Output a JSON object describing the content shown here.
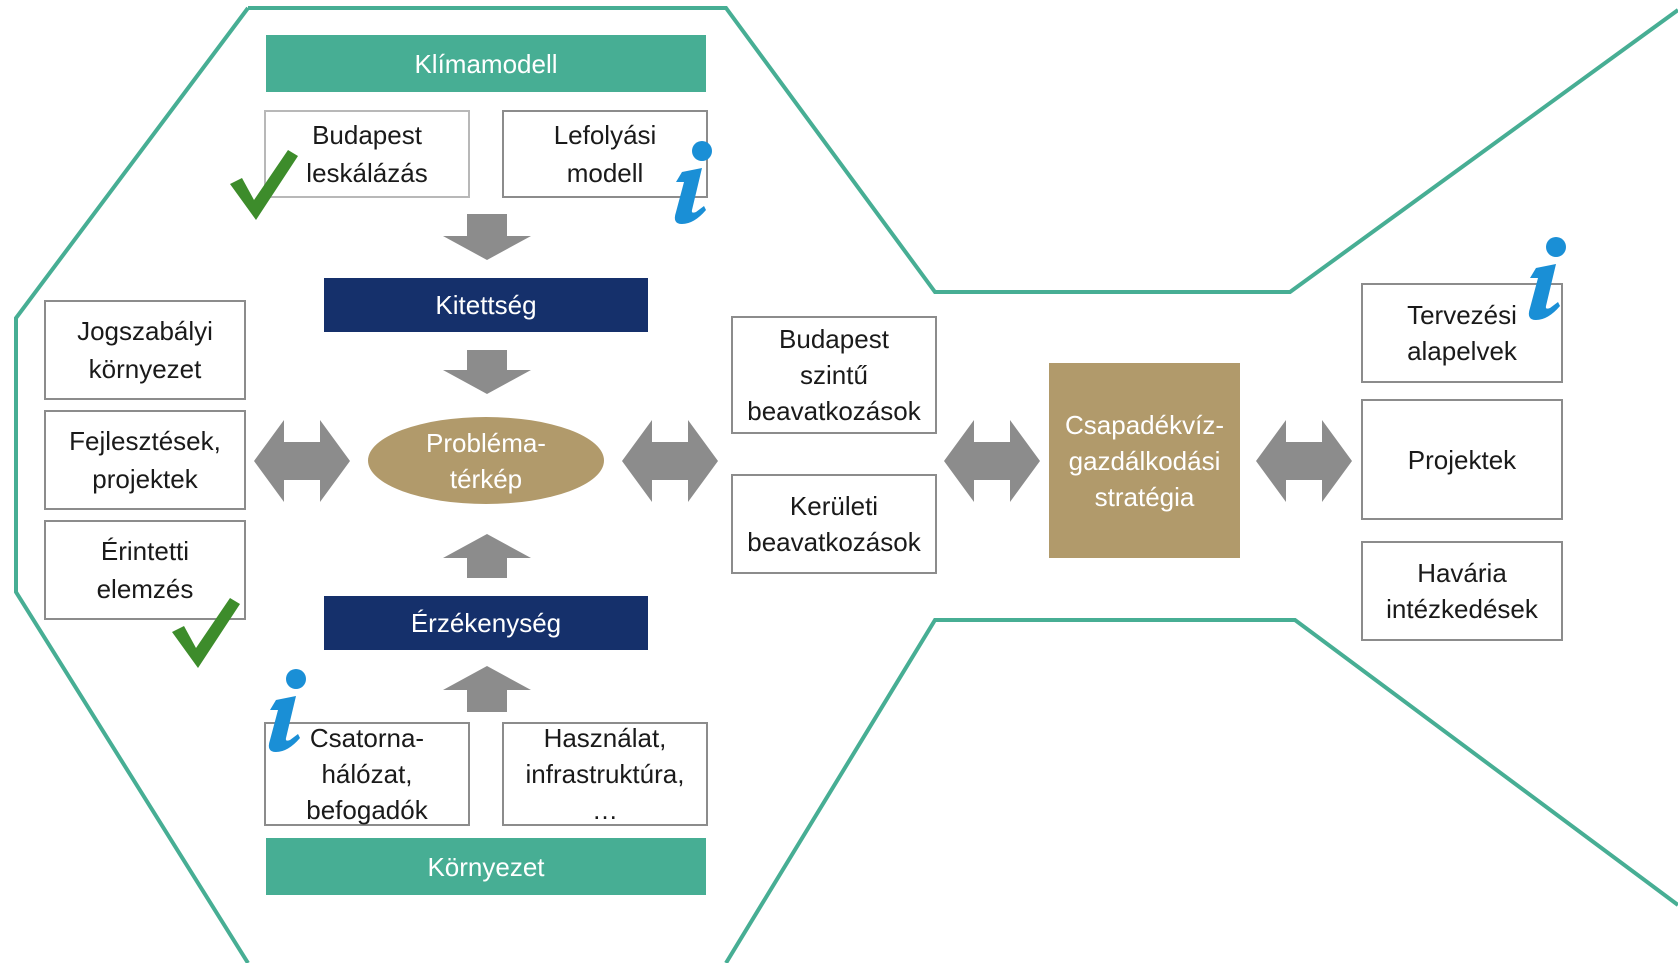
{
  "colors": {
    "teal": "#47ae94",
    "navy": "#15306b",
    "gold": "#b19a6b",
    "arrow_grey": "#8c8c8c",
    "check_green": "#3d8c2b",
    "info_blue": "#1a8fd6"
  },
  "climate_model_label": "Klímamodell",
  "environment_label": "Környezet",
  "exposure_label": "Kitettség",
  "sensitivity_label": "Érzékenység",
  "problem_map_label": "Probléma-\ntérkép",
  "top_inputs": [
    {
      "label": "Budapest\nleskálázás",
      "status": "check-icon"
    },
    {
      "label": "Lefolyási\nmodell",
      "status": "info-icon"
    }
  ],
  "bottom_inputs": [
    {
      "label": "Csatorna-\nhálózat,\nbefogadók",
      "status": "info-icon"
    },
    {
      "label": "Használat,\ninfrastruktúra,\n…"
    }
  ],
  "left_factors": [
    {
      "label": "Jogszabályi\nkörnyezet"
    },
    {
      "label": "Fejlesztések,\nprojektek"
    },
    {
      "label": "Érintetti\nelemzés",
      "status": "check-icon"
    }
  ],
  "interventions": [
    {
      "label": "Budapest\nszintű\nbeavatkozások"
    },
    {
      "label": "Kerületi\nbeavatkozások"
    }
  ],
  "strategy_label": "Csapadékvíz-\ngazdálkodási\nstratégia",
  "outputs": [
    {
      "label": "Tervezési\nalapelvek",
      "status": "info-icon"
    },
    {
      "label": "Projektek"
    },
    {
      "label": "Havária\nintézkedések"
    }
  ]
}
